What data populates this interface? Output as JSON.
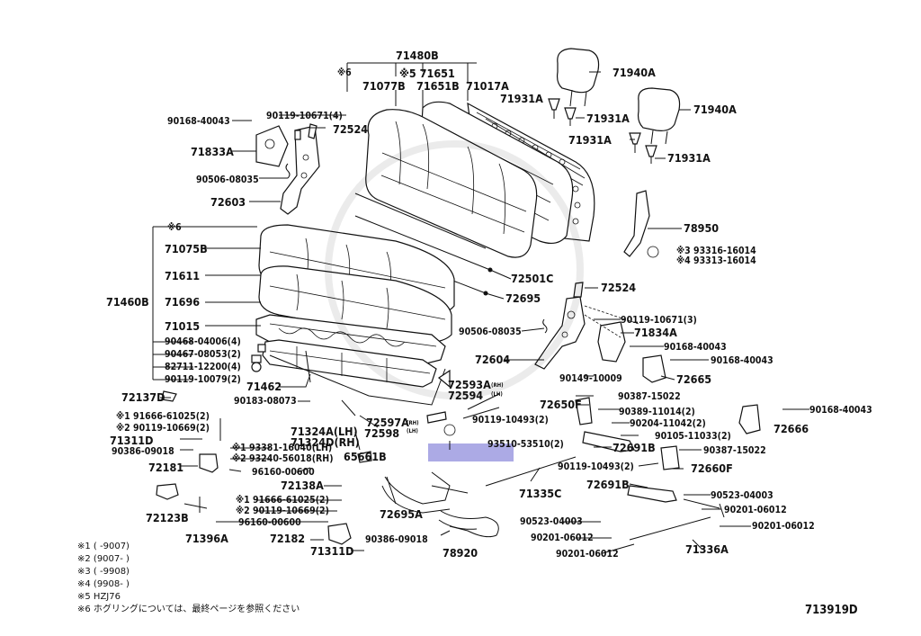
{
  "labels": {
    "p71480B": "71480B",
    "p71651": "※5 71651",
    "p71077B": "71077B",
    "p71651B": "71651B",
    "p71017A": "71017A",
    "p6top": "※6",
    "p90168a": "90168-40043",
    "p90119a": "90119-10671(4)",
    "p72524a": "72524",
    "p71833A": "71833A",
    "p90506a": "90506-08035",
    "p72603": "72603",
    "p6b": "※6",
    "p71075B": "71075B",
    "p71611": "71611",
    "p71460B": "71460B",
    "p71696": "71696",
    "p71015": "71015",
    "p90468": "90468-04006(4)",
    "p90467": "90467-08053(2)",
    "p82711": "82711-12200(4)",
    "p90119b": "90119-10079(2)",
    "p71462": "71462",
    "p72137D": "72137D",
    "p90183": "90183-08073",
    "p91666a": "※1 91666-61025(2)",
    "p90119c": "※2 90119-10669(2)",
    "p71311Da": "71311D",
    "p90386a": "90386-09018",
    "p72181": "72181",
    "p93381": "※1 93381-16040(LH)",
    "p93240": "※2 93240-56018(RH)",
    "p96160a": "96160-00600",
    "p71324A": "71324A(LH)",
    "p71324D": "71324D(RH)",
    "p72598": "72598",
    "p65661B": "65661B",
    "p72138A": "72138A",
    "p72123B": "72123B",
    "p91666b": "※1 91666-61025(2)",
    "p90119d": "※2 90119-10669(2)",
    "p96160b": "96160-00600",
    "p71396A": "71396A",
    "p72182": "72182",
    "p90386b": "90386-09018",
    "p71311Db": "71311D",
    "p72695A": "72695A",
    "p78920": "78920",
    "p71940Aa": "71940A",
    "p71931Aa": "71931A",
    "p71931Ab": "71931A",
    "p71940Ab": "71940A",
    "p71931Ac": "71931A",
    "p71931Ad": "71931A",
    "p78950": "78950",
    "p93316": "※3 93316-16014",
    "p93313": "※4 93313-16014",
    "p72501C": "72501C",
    "p72695": "72695",
    "p72524b": "72524",
    "p90506b": "90506-08035",
    "p90119e": "90119-10671(3)",
    "p71834A": "71834A",
    "p90168b": "90168-40043",
    "p72604": "72604",
    "p90149": "90149-10009",
    "p90168c": "90168-40043",
    "p72665": "72665",
    "p72593A": "72593A",
    "p72594": "72594",
    "p72650F": "72650F",
    "p90387a": "90387-15022",
    "p90389": "90389-11014(2)",
    "p90204": "90204-11042(2)",
    "p90119f": "90119-10493(2)",
    "p90105": "90105-11033(2)",
    "p72597A": "72597A",
    "p90168d": "90168-40043",
    "p72666": "72666",
    "p93510": "93510-53510(2)",
    "p72691Ba": "72691B",
    "p90387b": "90387-15022",
    "p90119g": "90119-10493(2)",
    "p72660F": "72660F",
    "p71335C": "71335C",
    "p72691Bb": "72691B",
    "p90523a": "90523-04003",
    "p90201a": "90201-06012",
    "p90523b": "90523-04003",
    "p90201b": "90201-06012",
    "p90201c": "90201-06012",
    "p90201d": "90201-06012",
    "p71336A": "71336A",
    "rh": "(RH)",
    "lh": "(LH)"
  },
  "legend": [
    "※1 (      -9007)",
    "※2 (9007-      )",
    "※3 (      -9908)",
    "※4 (9908-      )",
    "※5 HZJ76",
    "※6 ホグリングについては、最終ページを参照ください"
  ],
  "diagram_id": "713919D"
}
